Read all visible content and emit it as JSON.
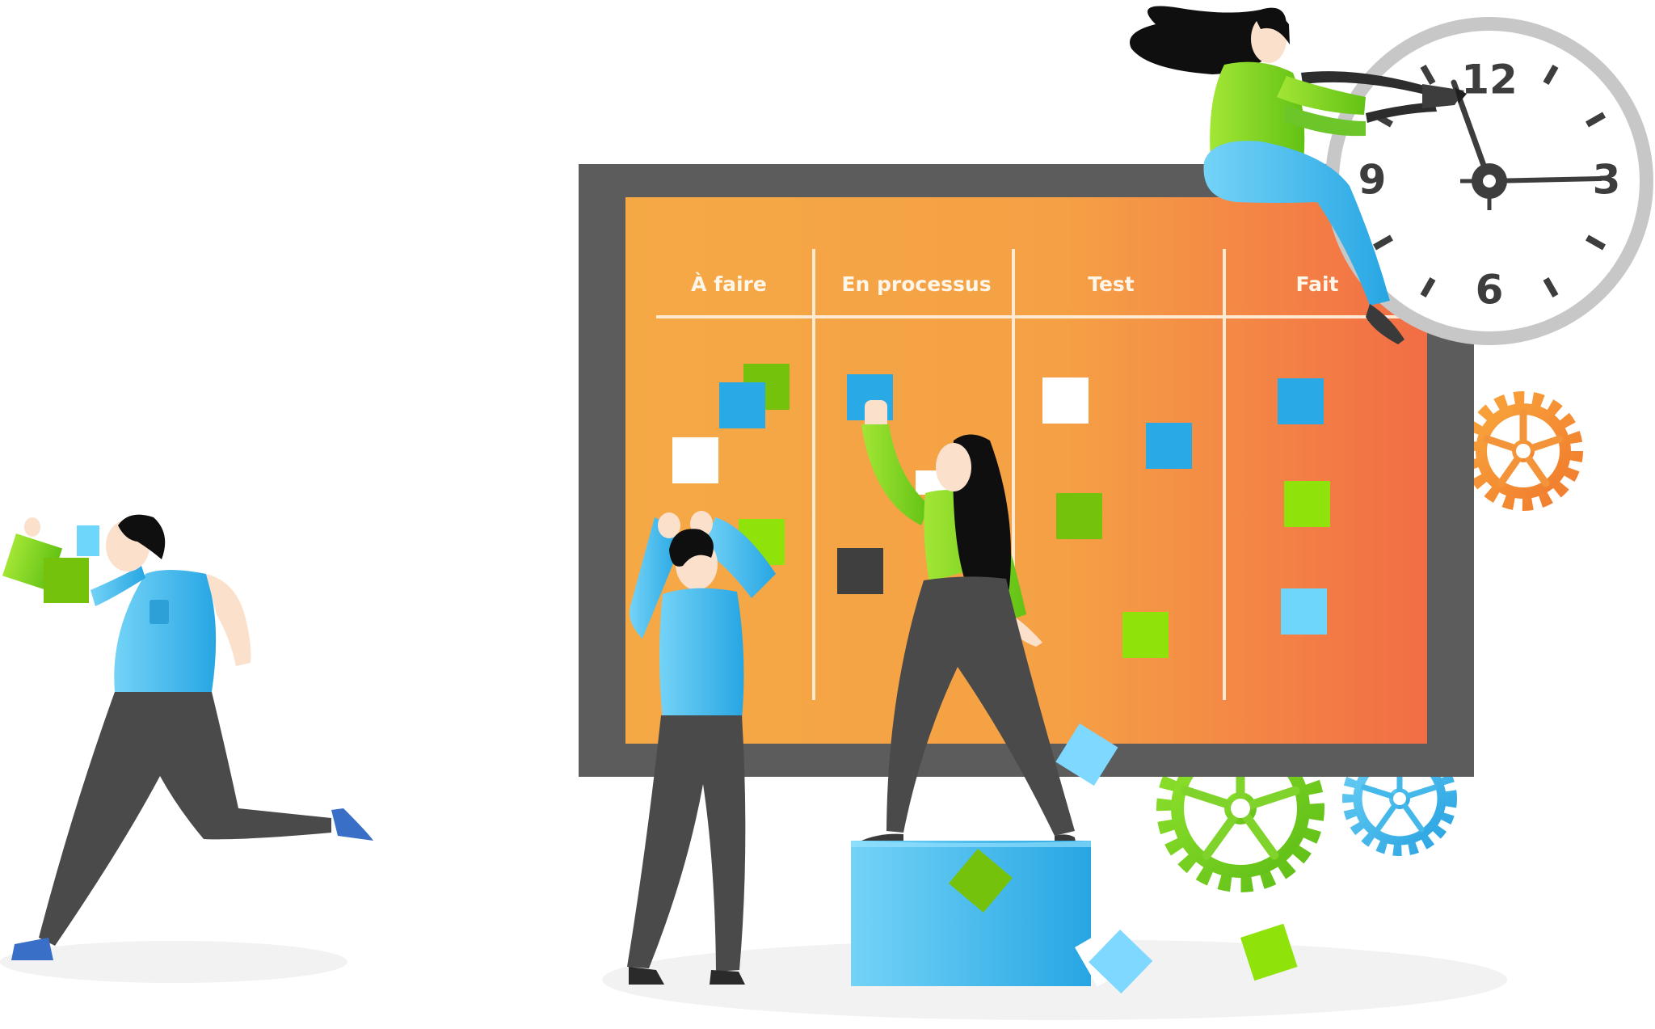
{
  "board": {
    "columns": [
      {
        "label": "À faire"
      },
      {
        "label": "En processus"
      },
      {
        "label": "Test"
      },
      {
        "label": "Fait"
      }
    ]
  },
  "clock": {
    "numbers": [
      "12",
      "3",
      "6",
      "9"
    ]
  },
  "colors": {
    "board_frame": "#5c5c5c",
    "board_left": "#f5a945",
    "board_right": "#f26d45",
    "note_blue": "#29a9e6",
    "note_green": "#74c20b",
    "note_lime": "#8fe20a",
    "note_white": "#ffffff",
    "note_dark": "#3f3f3f",
    "shirt_blue": "#39b5ee",
    "shirt_green": "#7fd52a",
    "pants_dark": "#4a4a4a"
  }
}
